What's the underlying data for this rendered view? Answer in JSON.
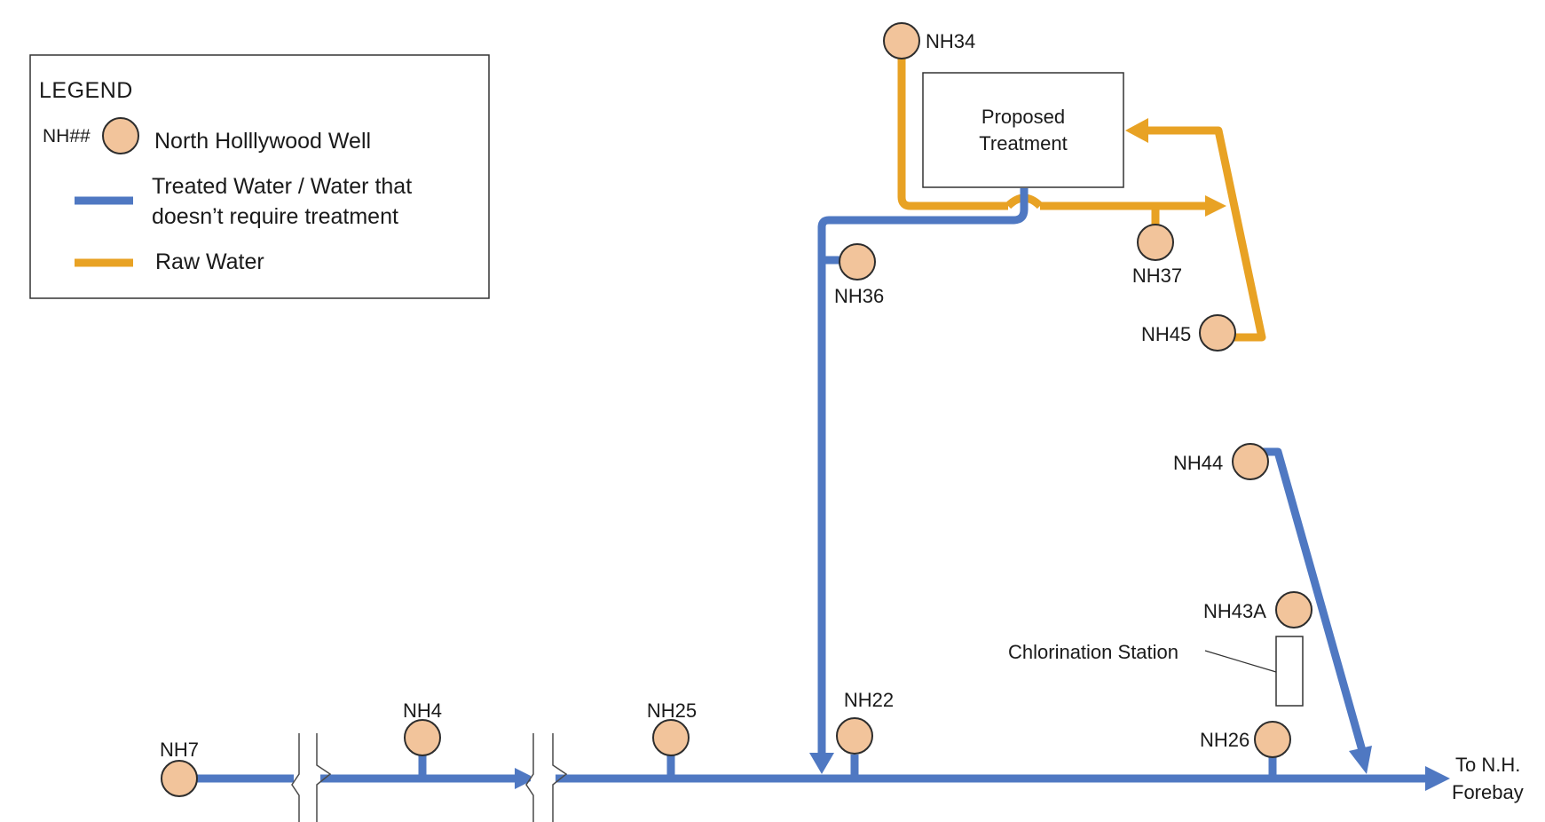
{
  "legend": {
    "title": "LEGEND",
    "well_symbol_label": "NH##",
    "well_desc": "North Holllywood Well",
    "treated_line1": "Treated Water / Water that",
    "treated_line2": "doesn’t require treatment",
    "raw_desc": "Raw Water"
  },
  "colors": {
    "treated": "#4f78c2",
    "raw": "#e8a224",
    "well_fill": "#f2c49b"
  },
  "treatment_box": {
    "line1": "Proposed",
    "line2": "Treatment"
  },
  "chlorination_label": "Chlorination Station",
  "outlet": {
    "line1": "To N.H.",
    "line2": "Forebay"
  },
  "wells": {
    "nh7": "NH7",
    "nh4": "NH4",
    "nh25": "NH25",
    "nh22": "NH22",
    "nh26": "NH26",
    "nh43a": "NH43A",
    "nh44": "NH44",
    "nh36": "NH36",
    "nh34": "NH34",
    "nh37": "NH37",
    "nh45": "NH45"
  }
}
